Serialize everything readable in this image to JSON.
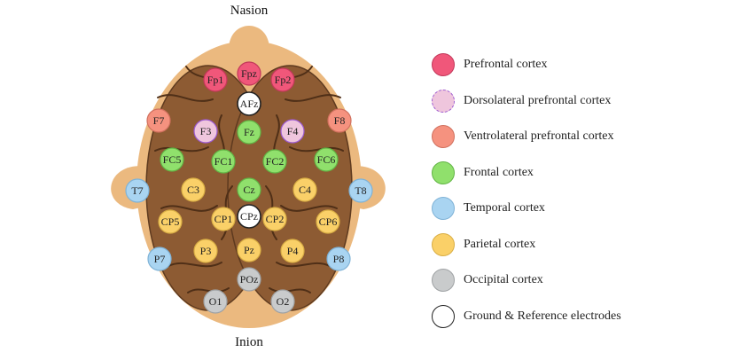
{
  "labels": {
    "top": "Nasion",
    "bottom": "Inion"
  },
  "regions": {
    "prefrontal": {
      "label": "Prefrontal cortex",
      "fill": "#f0577a",
      "stroke": "#c2385a"
    },
    "dorsolateral": {
      "label": "Dorsolateral prefrontal cortex",
      "fill": "#efc6dd",
      "stroke": "#9b59d0"
    },
    "ventrolateral": {
      "label": "Ventrolateral prefrontal cortex",
      "fill": "#f5927f",
      "stroke": "#d0705e"
    },
    "frontal": {
      "label": "Frontal cortex",
      "fill": "#90e06c",
      "stroke": "#62b445"
    },
    "temporal": {
      "label": "Temporal cortex",
      "fill": "#a9d4f1",
      "stroke": "#7fb2d6"
    },
    "parietal": {
      "label": "Parietal cortex",
      "fill": "#fad068",
      "stroke": "#d9ae45"
    },
    "occipital": {
      "label": "Occipital cortex",
      "fill": "#c9cbcc",
      "stroke": "#9fa2a4"
    },
    "reference": {
      "label": "Ground & Reference electrodes",
      "fill": "#ffffff",
      "stroke": "#222222"
    }
  },
  "legend_order": [
    "prefrontal",
    "dorsolateral",
    "ventrolateral",
    "frontal",
    "temporal",
    "parietal",
    "occipital",
    "reference"
  ],
  "electrodes": [
    {
      "name": "Fp1",
      "region": "prefrontal"
    },
    {
      "name": "Fpz",
      "region": "prefrontal"
    },
    {
      "name": "Fp2",
      "region": "prefrontal"
    },
    {
      "name": "AFz",
      "region": "reference"
    },
    {
      "name": "F7",
      "region": "ventrolateral"
    },
    {
      "name": "F8",
      "region": "ventrolateral"
    },
    {
      "name": "F3",
      "region": "dorsolateral"
    },
    {
      "name": "F4",
      "region": "dorsolateral"
    },
    {
      "name": "Fz",
      "region": "frontal"
    },
    {
      "name": "FC5",
      "region": "frontal"
    },
    {
      "name": "FC1",
      "region": "frontal"
    },
    {
      "name": "FC2",
      "region": "frontal"
    },
    {
      "name": "FC6",
      "region": "frontal"
    },
    {
      "name": "Cz",
      "region": "frontal"
    },
    {
      "name": "T7",
      "region": "temporal"
    },
    {
      "name": "T8",
      "region": "temporal"
    },
    {
      "name": "P7",
      "region": "temporal"
    },
    {
      "name": "P8",
      "region": "temporal"
    },
    {
      "name": "C3",
      "region": "parietal"
    },
    {
      "name": "C4",
      "region": "parietal"
    },
    {
      "name": "CP5",
      "region": "parietal"
    },
    {
      "name": "CP1",
      "region": "parietal"
    },
    {
      "name": "CPz",
      "region": "reference"
    },
    {
      "name": "CP2",
      "region": "parietal"
    },
    {
      "name": "CP6",
      "region": "parietal"
    },
    {
      "name": "P3",
      "region": "parietal"
    },
    {
      "name": "Pz",
      "region": "parietal"
    },
    {
      "name": "P4",
      "region": "parietal"
    },
    {
      "name": "POz",
      "region": "occipital"
    },
    {
      "name": "O1",
      "region": "occipital"
    },
    {
      "name": "O2",
      "region": "occipital"
    }
  ]
}
